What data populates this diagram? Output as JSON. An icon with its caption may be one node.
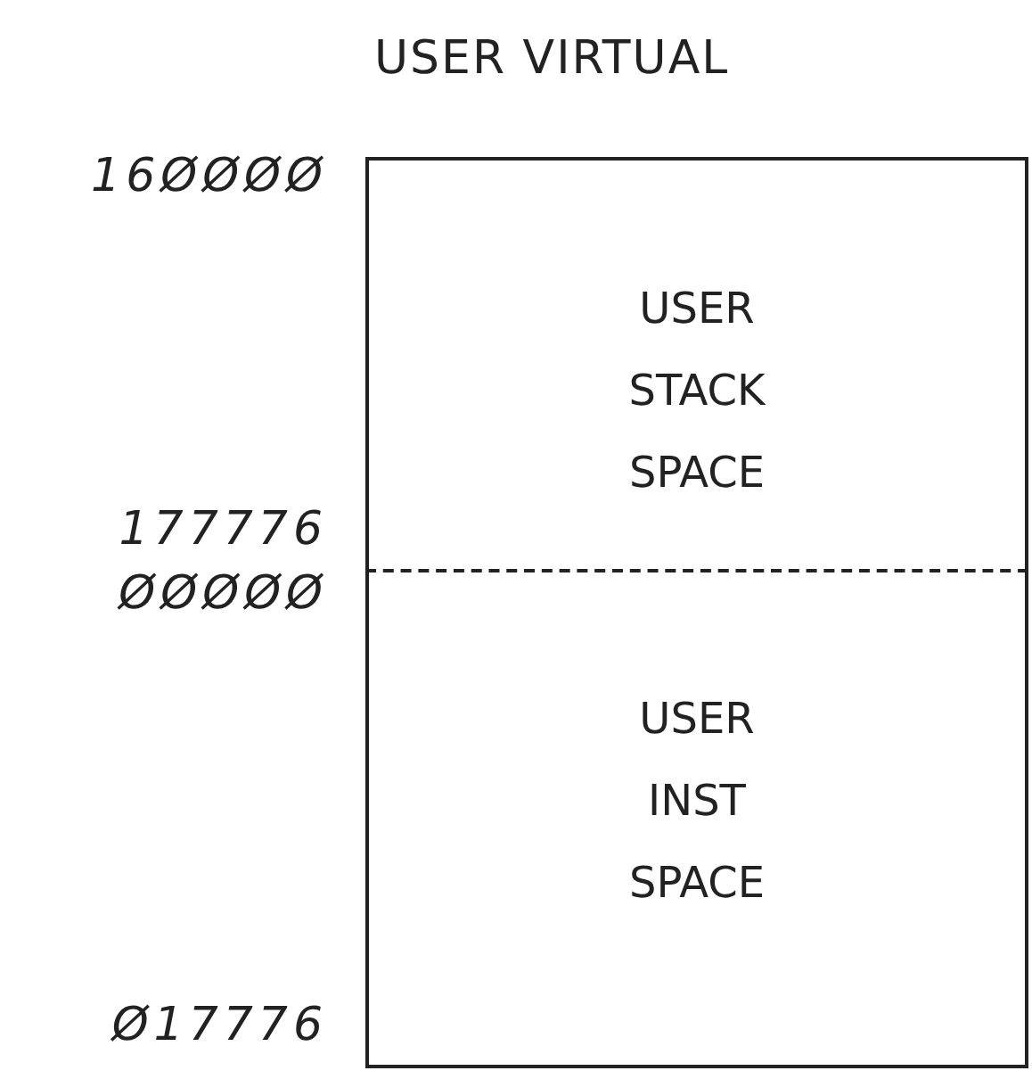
{
  "diagram": {
    "title": "USER VIRTUAL",
    "nodes": [
      {
        "text": [
          "USER STACK SPACE"
        ]
      },
      {
        "text": [
          "USER INST SPACE"
        ]
      }
    ],
    "labels": [
      "16ØØØØ",
      "177776",
      "ØØØØØ",
      "Ø17776"
    ]
  }
}
